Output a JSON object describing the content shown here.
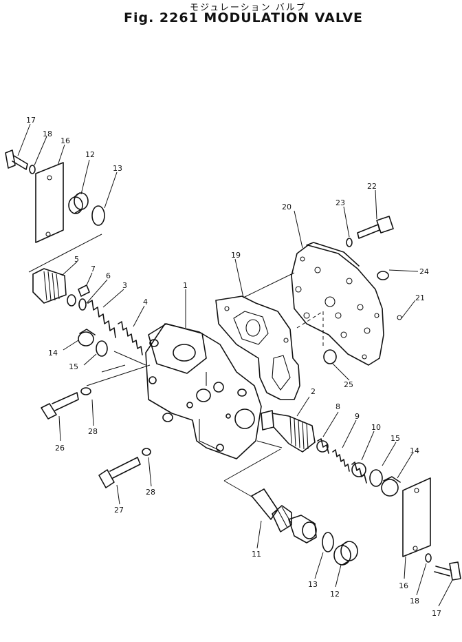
{
  "header": {
    "title_jp": "モジュレーション バルブ",
    "title_en": "Fig. 2261 MODULATION VALVE"
  },
  "callouts": {
    "c1": "1",
    "c2": "2",
    "c3": "3",
    "c4": "4",
    "c5": "5",
    "c6": "6",
    "c7": "7",
    "c8": "8",
    "c9": "9",
    "c10": "10",
    "c11": "11",
    "c12a": "12",
    "c12b": "12",
    "c13a": "13",
    "c13b": "13",
    "c14a": "14",
    "c14b": "14",
    "c15a": "15",
    "c15b": "15",
    "c16a": "16",
    "c16b": "16",
    "c17a": "17",
    "c17b": "17",
    "c18a": "18",
    "c18b": "18",
    "c19": "19",
    "c20": "20",
    "c21": "21",
    "c22": "22",
    "c23": "23",
    "c24": "24",
    "c25": "25",
    "c26": "26",
    "c27": "27",
    "c28a": "28",
    "c28b": "28"
  }
}
